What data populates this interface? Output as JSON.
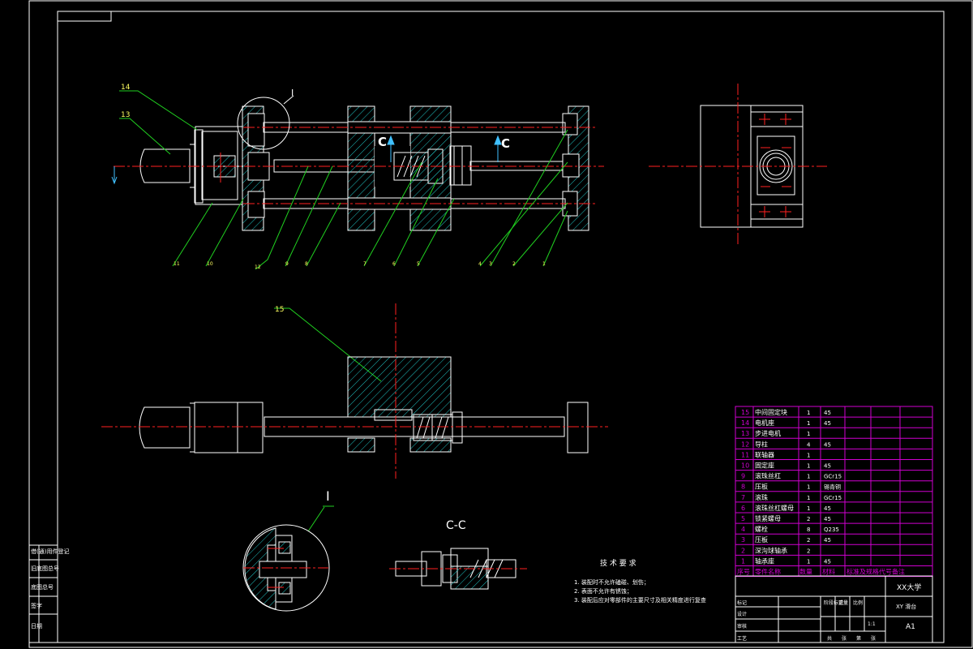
{
  "section_labels": {
    "section_arrow": "C",
    "section_view": "C-C",
    "detail_callout": "I",
    "detail_view": "I"
  },
  "balloons": {
    "top": [
      "14",
      "13"
    ],
    "bottom": [
      "11",
      "10",
      "12",
      "9",
      "8",
      "7",
      "6",
      "5",
      "4",
      "3",
      "2",
      "1"
    ],
    "side": "15"
  },
  "tech_requirements": {
    "title": "技 术 要 求",
    "items": [
      "1. 装配时不允许磕碰、划伤；",
      "2. 表面不允许有锈蚀；",
      "3. 装配后应对零部件的主要尺寸及相关精度进行复查"
    ]
  },
  "bom": {
    "rows": [
      {
        "no": "15",
        "name": "中间固定块",
        "qty": "1",
        "material": "45",
        "note": ""
      },
      {
        "no": "14",
        "name": "电机座",
        "qty": "1",
        "material": "45",
        "note": ""
      },
      {
        "no": "13",
        "name": "步进电机",
        "qty": "1",
        "material": "",
        "note": ""
      },
      {
        "no": "12",
        "name": "导柱",
        "qty": "4",
        "material": "45",
        "note": ""
      },
      {
        "no": "11",
        "name": "联轴器",
        "qty": "1",
        "material": "",
        "note": ""
      },
      {
        "no": "10",
        "name": "固定座",
        "qty": "1",
        "material": "45",
        "note": ""
      },
      {
        "no": "9",
        "name": "滚珠丝杠",
        "qty": "1",
        "material": "GCr15",
        "note": ""
      },
      {
        "no": "8",
        "name": "压板",
        "qty": "1",
        "material": "锡青铜",
        "note": ""
      },
      {
        "no": "7",
        "name": "滚珠",
        "qty": "1",
        "material": "GCr15",
        "note": ""
      },
      {
        "no": "6",
        "name": "滚珠丝杠螺母",
        "qty": "1",
        "material": "45",
        "note": ""
      },
      {
        "no": "5",
        "name": "锁紧螺母",
        "qty": "2",
        "material": "45",
        "note": ""
      },
      {
        "no": "4",
        "name": "螺栓",
        "qty": "8",
        "material": "Q235",
        "note": ""
      },
      {
        "no": "3",
        "name": "压板",
        "qty": "2",
        "material": "45",
        "note": ""
      },
      {
        "no": "2",
        "name": "深沟球轴承",
        "qty": "2",
        "material": "",
        "note": ""
      },
      {
        "no": "1",
        "name": "轴承座",
        "qty": "1",
        "material": "45",
        "note": ""
      }
    ],
    "headers": {
      "no": "序号",
      "name": "零件名称",
      "qty": "数量",
      "material": "材料",
      "note": "标准及规格代号备注"
    }
  },
  "title_block": {
    "school": "XX大学",
    "drawing_title": "XY 滑台",
    "scale": "1:1",
    "sheet_size": "A1",
    "row_labels": [
      "标记",
      "设计",
      "审核",
      "工艺"
    ],
    "right_labels": [
      "阶段标记",
      "重量",
      "比例"
    ],
    "bottom_labels": [
      "共",
      "张",
      "第",
      "张"
    ]
  },
  "side_strip": {
    "items": [
      "借(通)用件登记",
      "旧底图总号",
      "底图总号",
      "签字",
      "日期"
    ]
  },
  "colors": {
    "frame": "#ffffff",
    "center_line": "#ff2020",
    "leader": "#20d020",
    "hatch": "#20c0c0",
    "bom_line": "#d000d0",
    "bom_text": "#ffffff",
    "balloon_text": "#ffff60",
    "section_arrow": "#40c0ff"
  }
}
